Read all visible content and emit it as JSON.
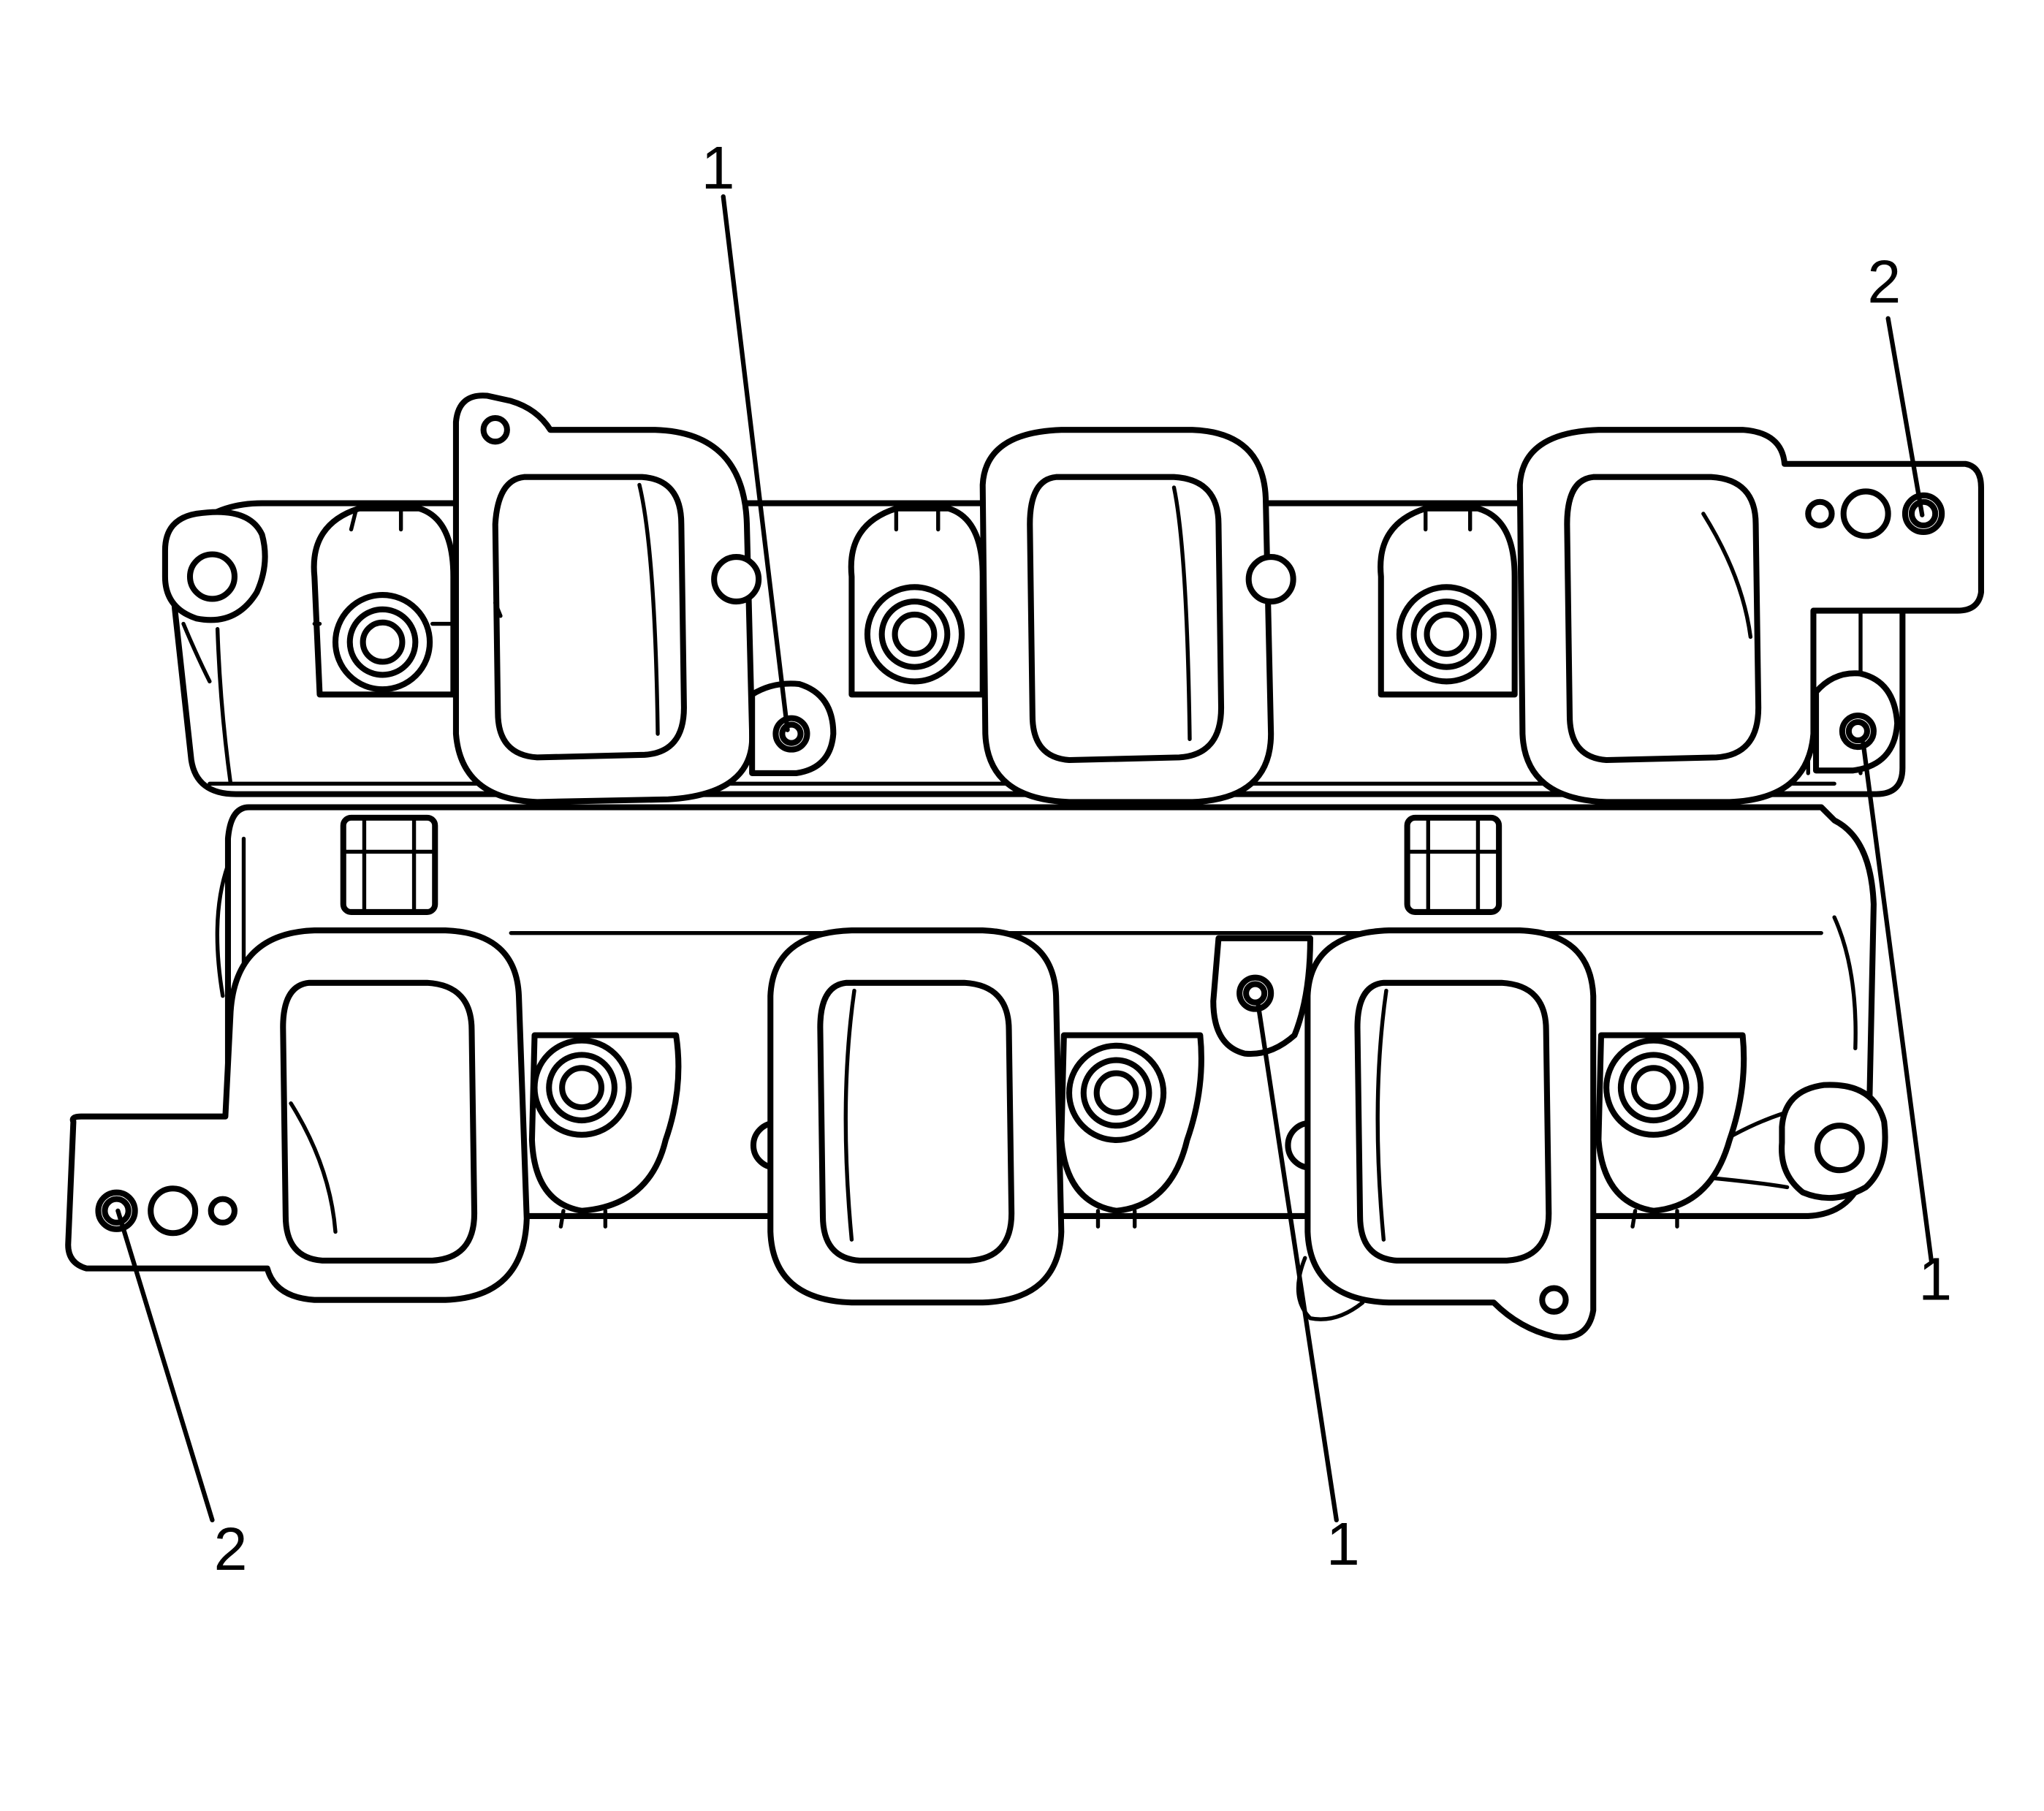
{
  "callouts": {
    "c1": "1",
    "c2": "1",
    "c3": "1",
    "c4": "2",
    "c5": "2"
  }
}
